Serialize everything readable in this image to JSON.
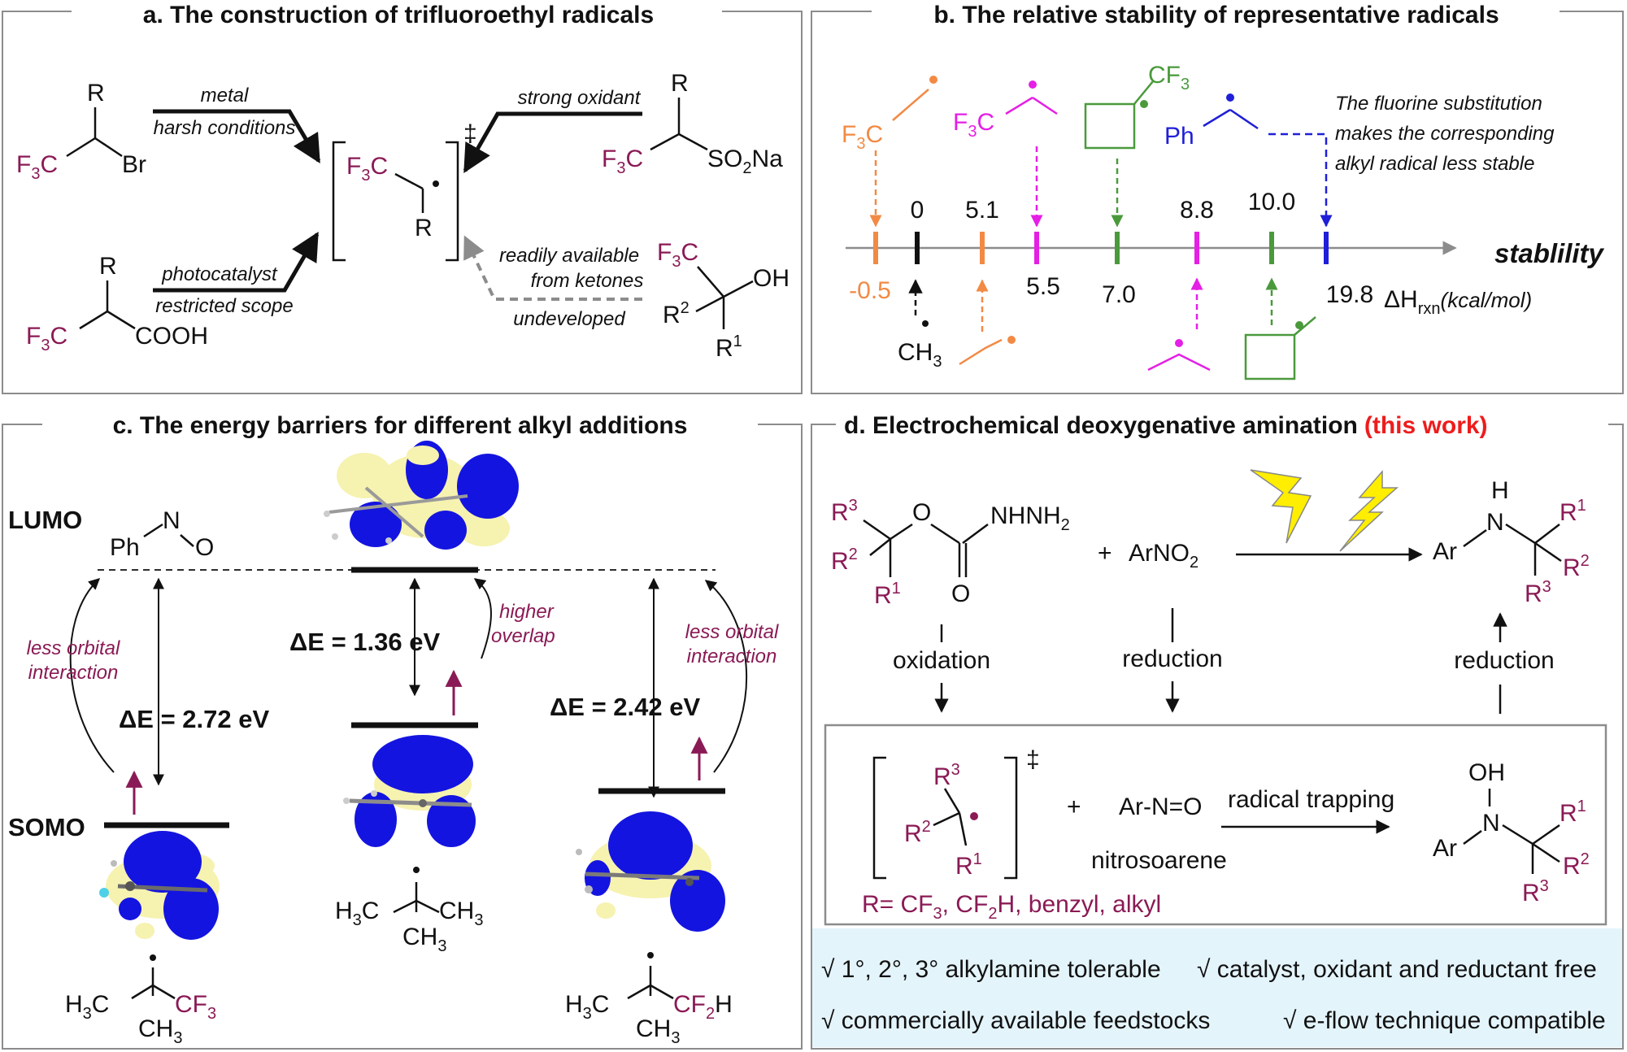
{
  "panel_a": {
    "title": "a.  The construction of trifluoroethyl radicals",
    "r_label": "R",
    "f3c": "F",
    "br": "Br",
    "metal": "metal",
    "harsh": "harsh conditions",
    "photocat": "photocatalyst",
    "restricted": "restricted scope",
    "cooh": "COOH",
    "strong_ox": "strong oxidant",
    "so2na": "SO",
    "so2na_tail": "Na",
    "readily": "readily available",
    "from_ketones": "from ketones",
    "undeveloped": "undeveloped",
    "oh": "OH",
    "dagger": "‡"
  },
  "panel_b": {
    "title": "b. The relative stability of representative radicals",
    "note": [
      "The fluorine substitution",
      "makes the corresponding",
      "alkyl radical less stable"
    ],
    "axis_label": "stablility",
    "unit": "kcal/mol",
    "dh": "ΔH",
    "dh_sub": "rxn",
    "ch3": "CH",
    "ph": "Ph",
    "cf3": "CF",
    "values_above": [
      "0",
      "5.1",
      "8.8",
      "10.0"
    ],
    "values_below": [
      "-0.5",
      "5.5",
      "7.0",
      "19.8"
    ]
  },
  "panel_c": {
    "title": "c. The energy barriers for different alkyl additions",
    "lumo": "LUMO",
    "somo": "SOMO",
    "ph": "Ph",
    "n": "N",
    "o": "O",
    "de1": "ΔE = 2.72 eV",
    "de2": "ΔE = 1.36 eV",
    "de3": "ΔE = 2.42 eV",
    "less1": [
      "less orbital",
      "interaction"
    ],
    "higher": [
      "higher",
      "overlap"
    ],
    "less2": [
      "less orbital",
      "interaction"
    ]
  },
  "panel_d": {
    "title": "d. Electrochemical deoxygenative amination",
    "this_work": "(this work)",
    "hydrazine": "NHNH",
    "plus": "+",
    "arno2": "ArNO",
    "oxidation": "oxidation",
    "reduction1": "reduction",
    "reduction2": "reduction",
    "nitrosoarene": "nitrosoarene",
    "arno": "Ar-N=O",
    "trapping": "radical trapping",
    "r_def": "R= CF",
    "r_def2": ", CF",
    "r_def3": "H, benzyl, alkyl",
    "features": [
      "√ 1°, 2°, 3° alkylamine tolerable",
      "√ catalyst, oxidant and reductant free",
      "√ commercially available feedstocks",
      "√ e-flow technique compatible"
    ]
  },
  "colors": {
    "maroon": "#8a1a55",
    "orange": "#f28a44",
    "magenta": "#e51fe5",
    "green": "#4a9a3c",
    "blue": "#1f1fd8",
    "red": "#ee1c1c",
    "orbital_blue": "#1414e0",
    "orbital_yellow": "#f6f2b0",
    "feature_bg": "#e4f4fb"
  }
}
